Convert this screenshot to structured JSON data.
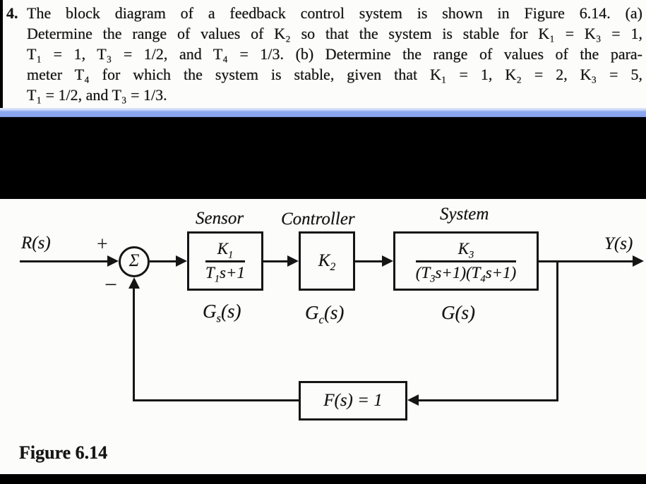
{
  "problem": {
    "number": "4.",
    "lines": [
      "The block diagram of a feedback control system is shown in Figure 6.14. (a)",
      "Determine the range of values of K₂ so that the system is stable for K₁ = K₃ = 1,",
      "T₁ = 1, T₃ = 1/2, and T₄ = 1/3. (b) Determine the range of values of the para-",
      "meter T₄ for which the system is stable, given that K₁ = 1, K₂ = 2, K₃ = 5,",
      "T₁ = 1/2, and T₃ = 1/3."
    ]
  },
  "diagram": {
    "labels": {
      "sensor": "Sensor",
      "controller": "Controller",
      "system": "System"
    },
    "signals": {
      "input": "R(s)",
      "output": "Y(s)"
    },
    "summer": {
      "symbol": "Σ",
      "plus": "+",
      "minus": "−"
    },
    "sensor_block": {
      "numerator": {
        "base": "K",
        "sub": "1"
      },
      "denominator": {
        "p1": "T",
        "s1": "1",
        "p2": "s+1"
      },
      "sublabel": {
        "base": "G",
        "sub": "s",
        "rest": "(s)"
      }
    },
    "controller_block": {
      "gain": {
        "base": "K",
        "sub": "2"
      },
      "sublabel": {
        "base": "G",
        "sub": "c",
        "rest": "(s)"
      }
    },
    "system_block": {
      "numerator": {
        "base": "K",
        "sub": "3"
      },
      "denominator": {
        "p1": "(T",
        "s1": "3",
        "p2": "s+1)(T",
        "s2": "4",
        "p3": "s+1)"
      },
      "sublabel": {
        "base": "G",
        "rest": "(s)"
      }
    },
    "feedback_block": {
      "label": "F(s) = 1"
    }
  },
  "caption": "Figure 6.14",
  "colors": {
    "ink": "#151515",
    "paper": "#fcfcfb",
    "bar_blue": "#8ba6ee",
    "bar_blue_light": "#ccd8f7",
    "band_black": "#000000"
  }
}
